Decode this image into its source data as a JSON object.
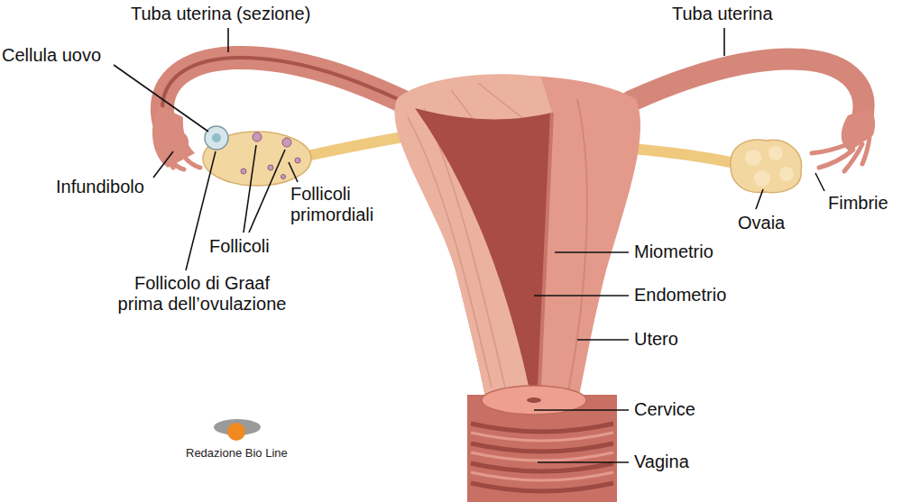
{
  "diagram": {
    "labels": [
      "Tuba uterina (sezione)",
      "Tuba uterina",
      "Cellula uovo",
      "Infundibolo",
      "Follicoli primordiali",
      "Follicoli",
      "Follicolo di Graaf prima dell’ovulazione",
      "Miometrio",
      "Endometrio",
      "Utero",
      "Cervice",
      "Vagina",
      "Ovaia",
      "Fimbrie",
      "Redazione Bio Line"
    ]
  }
}
